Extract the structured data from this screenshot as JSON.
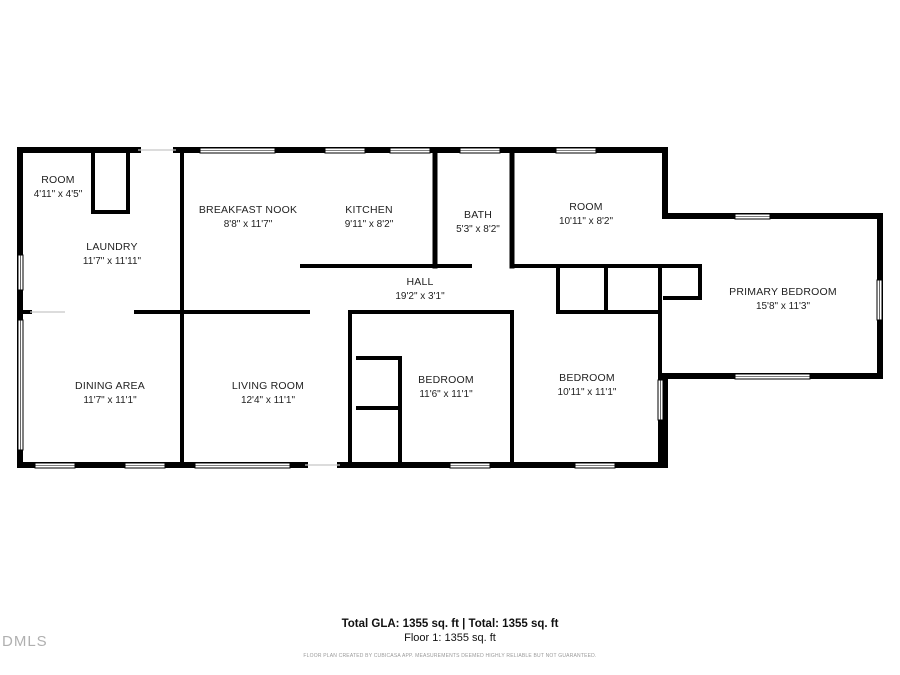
{
  "rooms": [
    {
      "name": "ROOM",
      "dims": "4'11\" x 4'5\""
    },
    {
      "name": "LAUNDRY",
      "dims": "11'7\" x 11'11\""
    },
    {
      "name": "BREAKFAST NOOK",
      "dims": "8'8\" x 11'7\""
    },
    {
      "name": "KITCHEN",
      "dims": "9'11\" x 8'2\""
    },
    {
      "name": "BATH",
      "dims": "5'3\" x 8'2\""
    },
    {
      "name": "ROOM",
      "dims": "10'11\" x 8'2\""
    },
    {
      "name": "HALL",
      "dims": "19'2\" x 3'1\""
    },
    {
      "name": "PRIMARY BEDROOM",
      "dims": "15'8\" x 11'3\""
    },
    {
      "name": "DINING AREA",
      "dims": "11'7\" x 11'1\""
    },
    {
      "name": "LIVING ROOM",
      "dims": "12'4\" x 11'1\""
    },
    {
      "name": "BEDROOM",
      "dims": "11'6\" x 11'1\""
    },
    {
      "name": "BEDROOM",
      "dims": "10'11\" x 11'1\""
    }
  ],
  "footer": {
    "total": "Total GLA: 1355 sq. ft | Total: 1355 sq. ft",
    "floor": "Floor 1: 1355 sq. ft",
    "disclaimer": "FLOOR PLAN CREATED BY CUBICASA APP. MEASUREMENTS DEEMED HIGHLY RELIABLE BUT NOT GUARANTEED."
  },
  "watermark": "DMLS"
}
